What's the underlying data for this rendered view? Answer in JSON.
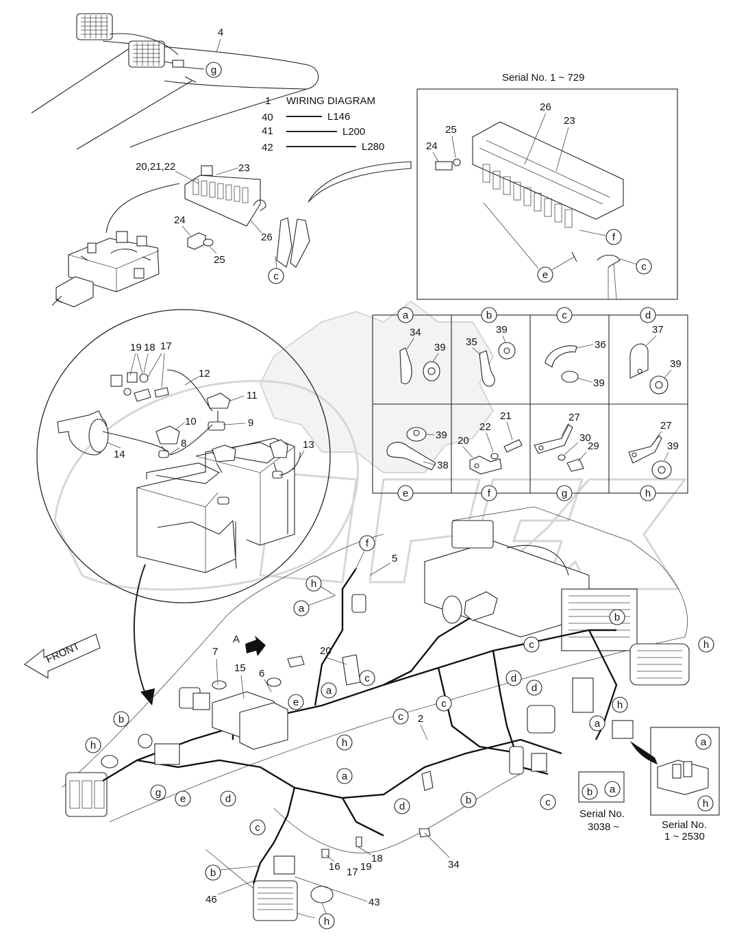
{
  "header": {
    "item1_num": "1",
    "item1_label": "WIRING DIAGRAM",
    "cables": [
      {
        "num": "40",
        "label": "L146"
      },
      {
        "num": "41",
        "label": "L200"
      },
      {
        "num": "42",
        "label": "L280"
      }
    ]
  },
  "inset_top": {
    "serial": "Serial No. 1 ~ 729",
    "labels": [
      "26",
      "23",
      "25",
      "24",
      "f",
      "e",
      "c"
    ]
  },
  "fuse_area_labels": [
    "20,21,22",
    "23",
    "24",
    "25",
    "26",
    "c"
  ],
  "lamp_labels": [
    "4",
    "g"
  ],
  "battery_labels": [
    "19",
    "18",
    "17",
    "12",
    "11",
    "10",
    "9",
    "8",
    "13",
    "14"
  ],
  "clip_grid": {
    "cells": [
      {
        "tag": "a",
        "parts": [
          "34",
          "39"
        ]
      },
      {
        "tag": "b",
        "parts": [
          "35",
          "39"
        ]
      },
      {
        "tag": "c",
        "parts": [
          "36",
          "39"
        ]
      },
      {
        "tag": "d",
        "parts": [
          "37",
          "39"
        ]
      },
      {
        "tag": "e",
        "parts": [
          "39",
          "38"
        ]
      },
      {
        "tag": "f",
        "parts": [
          "20",
          "22",
          "21"
        ]
      },
      {
        "tag": "g",
        "parts": [
          "27",
          "30",
          "29"
        ]
      },
      {
        "tag": "h",
        "parts": [
          "27",
          "39"
        ]
      }
    ]
  },
  "main": {
    "front_label": "FRONT",
    "view_label": "A",
    "serial_right": "Serial No.\n3038 ~",
    "serial_right_l1": "Serial No.",
    "serial_right_l2": "3038 ~",
    "serial_inset_l1": "Serial No.",
    "serial_inset_l2": "1 ~ 2530"
  }
}
